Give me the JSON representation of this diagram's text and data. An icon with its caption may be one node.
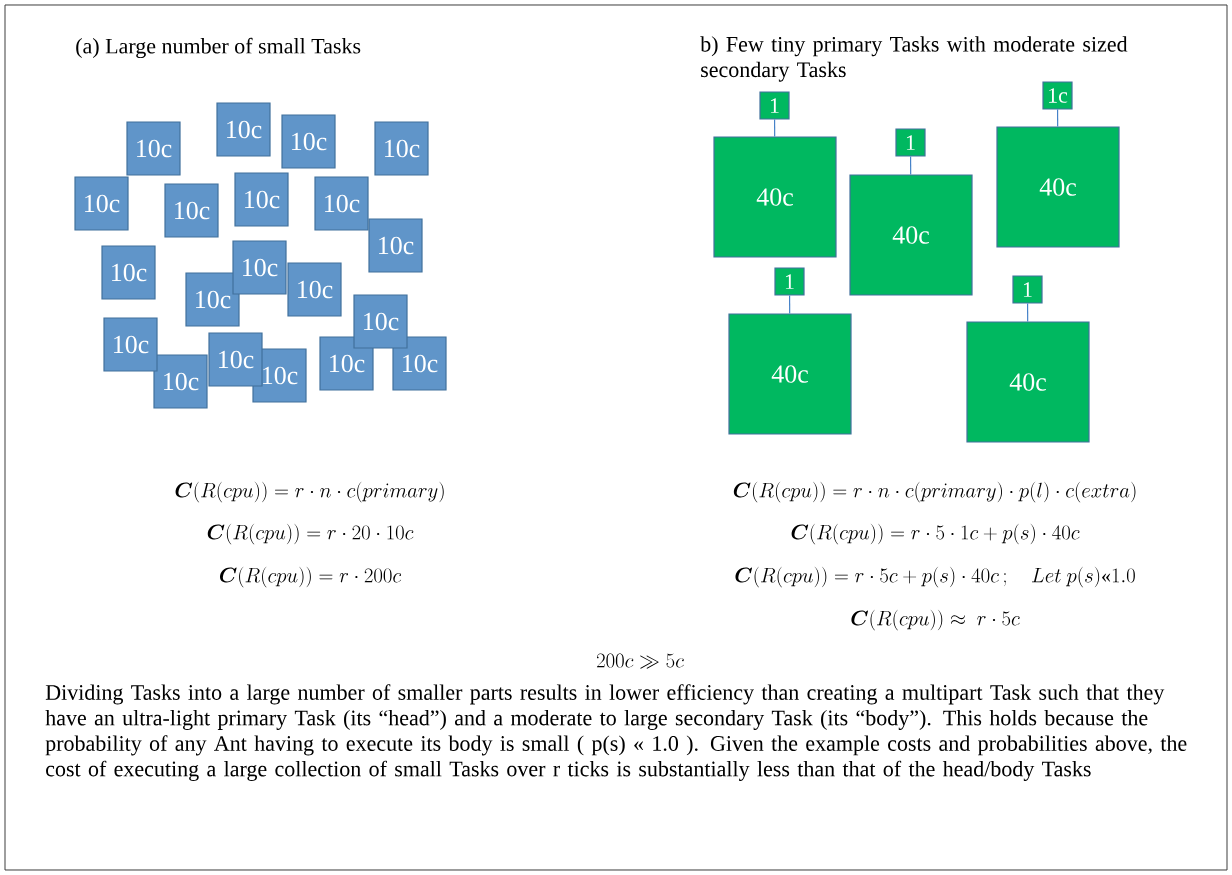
{
  "diagram": {
    "nodes": [
      {
        "text": [
          "10c"
        ]
      },
      {
        "text": [
          "10c"
        ]
      },
      {
        "text": [
          "10c"
        ]
      },
      {
        "text": [
          "10c"
        ]
      },
      {
        "text": [
          "10c"
        ]
      },
      {
        "text": [
          "10c"
        ]
      },
      {
        "text": [
          "10c"
        ]
      },
      {
        "text": [
          "10c"
        ]
      },
      {
        "text": [
          "10c"
        ]
      },
      {
        "text": [
          "10c"
        ]
      },
      {
        "text": [
          "10c"
        ]
      },
      {
        "text": [
          "10c"
        ]
      },
      {
        "text": [
          "10c"
        ]
      },
      {
        "text": [
          "10c"
        ]
      },
      {
        "text": [
          "10c"
        ]
      },
      {
        "text": [
          "10c"
        ]
      },
      {
        "text": [
          "10c"
        ]
      },
      {
        "text": [
          "10c"
        ]
      },
      {
        "text": [
          "10c"
        ]
      },
      {
        "text": [
          "10c"
        ]
      },
      {
        "text": [
          "1"
        ]
      },
      {
        "text": [
          "40c"
        ]
      },
      {
        "text": [
          "1"
        ]
      },
      {
        "text": [
          "40c"
        ]
      },
      {
        "text": [
          "1c"
        ]
      },
      {
        "text": [
          "40c"
        ]
      },
      {
        "text": [
          "1"
        ]
      },
      {
        "text": [
          "40c"
        ]
      },
      {
        "text": [
          "1"
        ]
      },
      {
        "text": [
          "40c"
        ]
      }
    ],
    "edges": [
      {
        "from": 20,
        "to": 21,
        "arrow": "none"
      },
      {
        "from": 22,
        "to": 23,
        "arrow": "none"
      },
      {
        "from": 24,
        "to": 25,
        "arrow": "none"
      },
      {
        "from": 26,
        "to": 27,
        "arrow": "none"
      },
      {
        "from": 28,
        "to": 29,
        "arrow": "none"
      }
    ],
    "labels": [
      "(a) Large number of small Tasks",
      "b) Few tiny primary Tasks with moderate sized secondary Tasks",
      "\\boldsymbol{C}(R(cpu)) = r \\cdot n \\cdot c(primary)",
      "\\boldsymbol{C}(R(cpu)) = r \\cdot 20 \\cdot 10c",
      "\\boldsymbol{C}(R(cpu)) = r \\cdot 200c",
      "\\boldsymbol{C}(R(cpu)) = r \\cdot n \\cdot c(primary) \\cdot p(l) \\cdot c(extra)",
      "\\boldsymbol{C}(R(cpu)) = r \\cdot 5 \\cdot 1c + p(s) \\cdot 40c",
      "\\boldsymbol{C}(R(cpu)) = r \\cdot 5c + p(s) \\cdot 40c\\,;\\quad Let\\ p(s)\\text{«}1.0",
      "\\boldsymbol{C}(R(cpu)) \\approx\\ r \\cdot 5c",
      "200c \\gg 5c",
      "Dividing Tasks into a large number of smaller parts results in lower efficiency than creating a multipart Task such that they have an ultra-light primary Task (its “head”) and a moderate to large secondary Task (its “body”).  This holds because the probability of any Ant having to execute its body is small ( p(s) « 1.0 ).  Given the example costs and probabilities above, the cost of executing a large collection of small Tasks over r ticks is substantially less than that of the head/body Tasks"
    ]
  }
}
